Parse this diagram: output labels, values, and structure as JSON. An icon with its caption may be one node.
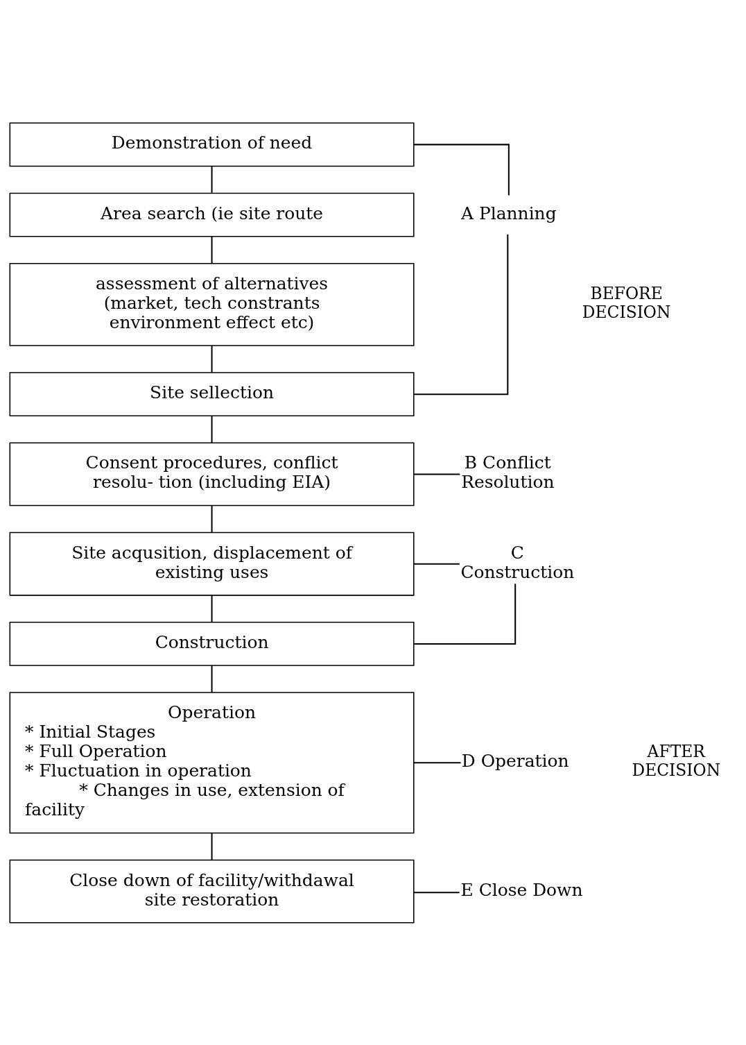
{
  "diagram": {
    "nodes": [
      {
        "text": [
          "Demonstration of need"
        ]
      },
      {
        "text": [
          "Area search (ie site route"
        ]
      },
      {
        "text": [
          "assessment of alternatives (market, tech constrants environment effect etc)"
        ]
      },
      {
        "text": [
          "Site sellection"
        ]
      },
      {
        "text": [
          "Consent procedures, conflict resolu- tion (including EIA)"
        ]
      },
      {
        "text": [
          "Site acqusition, displacement of existing uses"
        ]
      },
      {
        "text": [
          "Construction"
        ]
      },
      {
        "text": [
          "Operation",
          "* Initial Stages",
          "* Full Operation",
          "* Fluctuation in operation",
          "* Changes in use, extension of facility"
        ]
      },
      {
        "text": [
          "Close down of facility/withdawal site restoration"
        ]
      },
      {
        "text": [
          "A Planning"
        ]
      },
      {
        "text": [
          "B Conflict Resolution"
        ]
      },
      {
        "text": [
          "C Construction"
        ]
      },
      {
        "text": [
          "D Operation"
        ]
      },
      {
        "text": [
          "E Close Down"
        ]
      }
    ],
    "edges": [
      {
        "from": 0,
        "to": 1,
        "arrow": "none"
      },
      {
        "from": 1,
        "to": 2,
        "arrow": "none"
      },
      {
        "from": 2,
        "to": 3,
        "arrow": "none"
      },
      {
        "from": 3,
        "to": 4,
        "arrow": "none"
      },
      {
        "from": 4,
        "to": 5,
        "arrow": "none"
      },
      {
        "from": 5,
        "to": 6,
        "arrow": "none"
      },
      {
        "from": 6,
        "to": 7,
        "arrow": "none"
      },
      {
        "from": 7,
        "to": 8,
        "arrow": "none"
      },
      {
        "from": 0,
        "to": 9,
        "arrow": "none"
      },
      {
        "from": 3,
        "to": 9,
        "arrow": "none"
      },
      {
        "from": 4,
        "to": 10,
        "arrow": "none"
      },
      {
        "from": 5,
        "to": 11,
        "arrow": "none"
      },
      {
        "from": 6,
        "to": 11,
        "arrow": "none"
      },
      {
        "from": 7,
        "to": 12,
        "arrow": "none"
      },
      {
        "from": 8,
        "to": 13,
        "arrow": "none"
      }
    ],
    "labels": [
      "BEFORE DECISION",
      "AFTER DECISION"
    ]
  }
}
